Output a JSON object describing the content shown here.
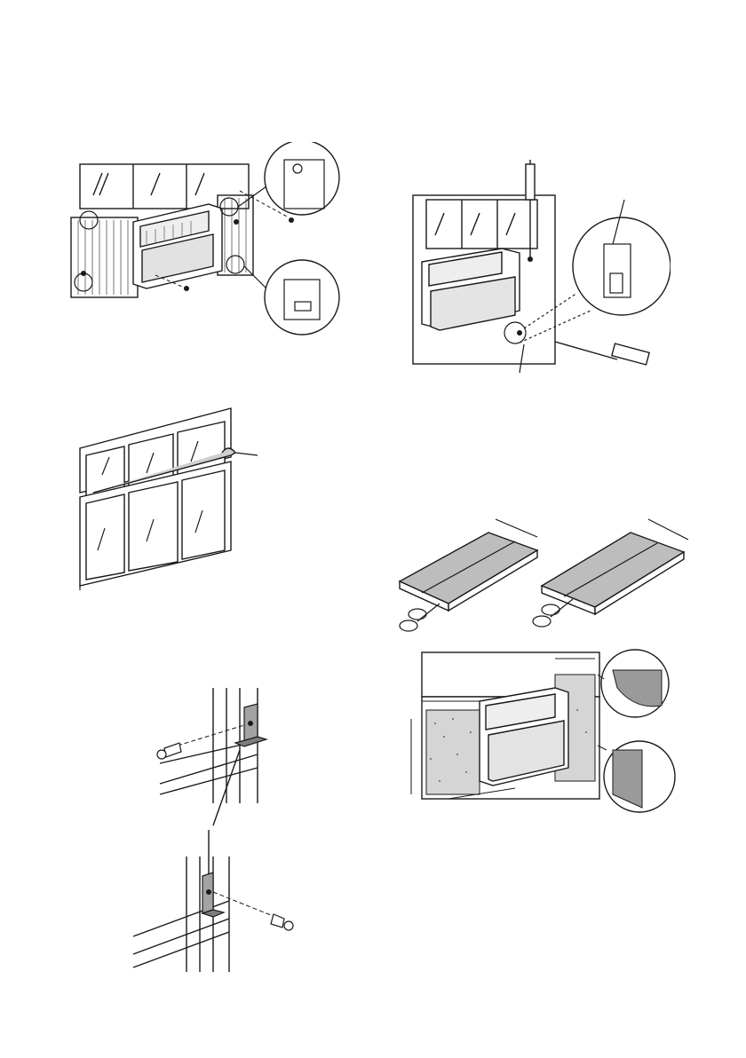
{
  "page": {
    "kind": "installation-manual-illustrations",
    "text_visible": false
  },
  "figures": [
    {
      "id": "fig-ac-mounting-screws",
      "icons": [
        "air-conditioner-unit",
        "window-sash",
        "screw-icon",
        "magnified-detail-circle"
      ]
    },
    {
      "id": "fig-ac-bracket-screwdriver",
      "icons": [
        "air-conditioner-unit",
        "screwdriver-hand",
        "screw-icon",
        "magnified-detail-circle"
      ]
    },
    {
      "id": "fig-window-seal-foam",
      "icons": [
        "window-sash",
        "foam-seal-strip"
      ]
    },
    {
      "id": "fig-foam-panel-cutting",
      "icons": [
        "foam-panel",
        "scissors-icon",
        "dimension-arrow"
      ]
    },
    {
      "id": "fig-insulation-installed",
      "icons": [
        "air-conditioner-unit",
        "insulation-panel",
        "dimension-arrow",
        "magnified-detail-circle"
      ]
    },
    {
      "id": "fig-l-bracket-install",
      "icons": [
        "l-bracket",
        "screw-icon",
        "window-frame"
      ]
    }
  ],
  "colors": {
    "line": "#1a1a1a",
    "gray_fill": "#9a9a9a",
    "light_gray": "#d9d9d9",
    "background": "#ffffff"
  }
}
